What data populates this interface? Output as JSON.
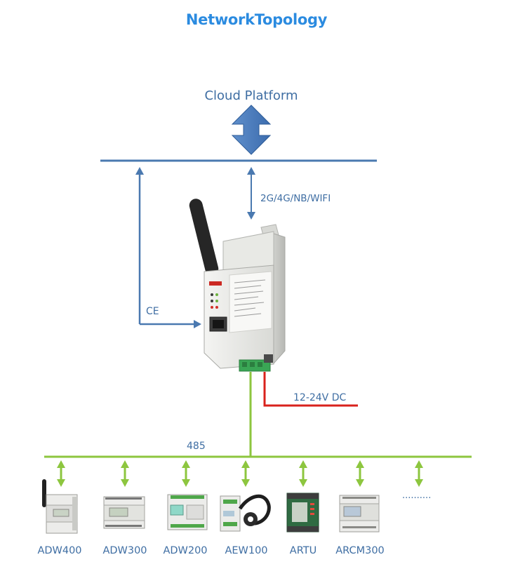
{
  "title": "NetworkTopology",
  "cloud_label": "Cloud Platform",
  "wireless_label": "2G/4G/NB/WIFI",
  "ethernet_label": "CE",
  "power_label": "12-24V DC",
  "bus_label": "485",
  "ellipsis": "..........",
  "devices": [
    {
      "name": "ADW400"
    },
    {
      "name": "ADW300"
    },
    {
      "name": "ADW200"
    },
    {
      "name": "AEW100"
    },
    {
      "name": "ARTU"
    },
    {
      "name": "ARCM300"
    }
  ],
  "colors": {
    "title": "#2b8be0",
    "network_line": "#4a79b0",
    "bus_line": "#8dc63f",
    "power_line": "#d9221c",
    "label_text": "#3f6ea3"
  }
}
